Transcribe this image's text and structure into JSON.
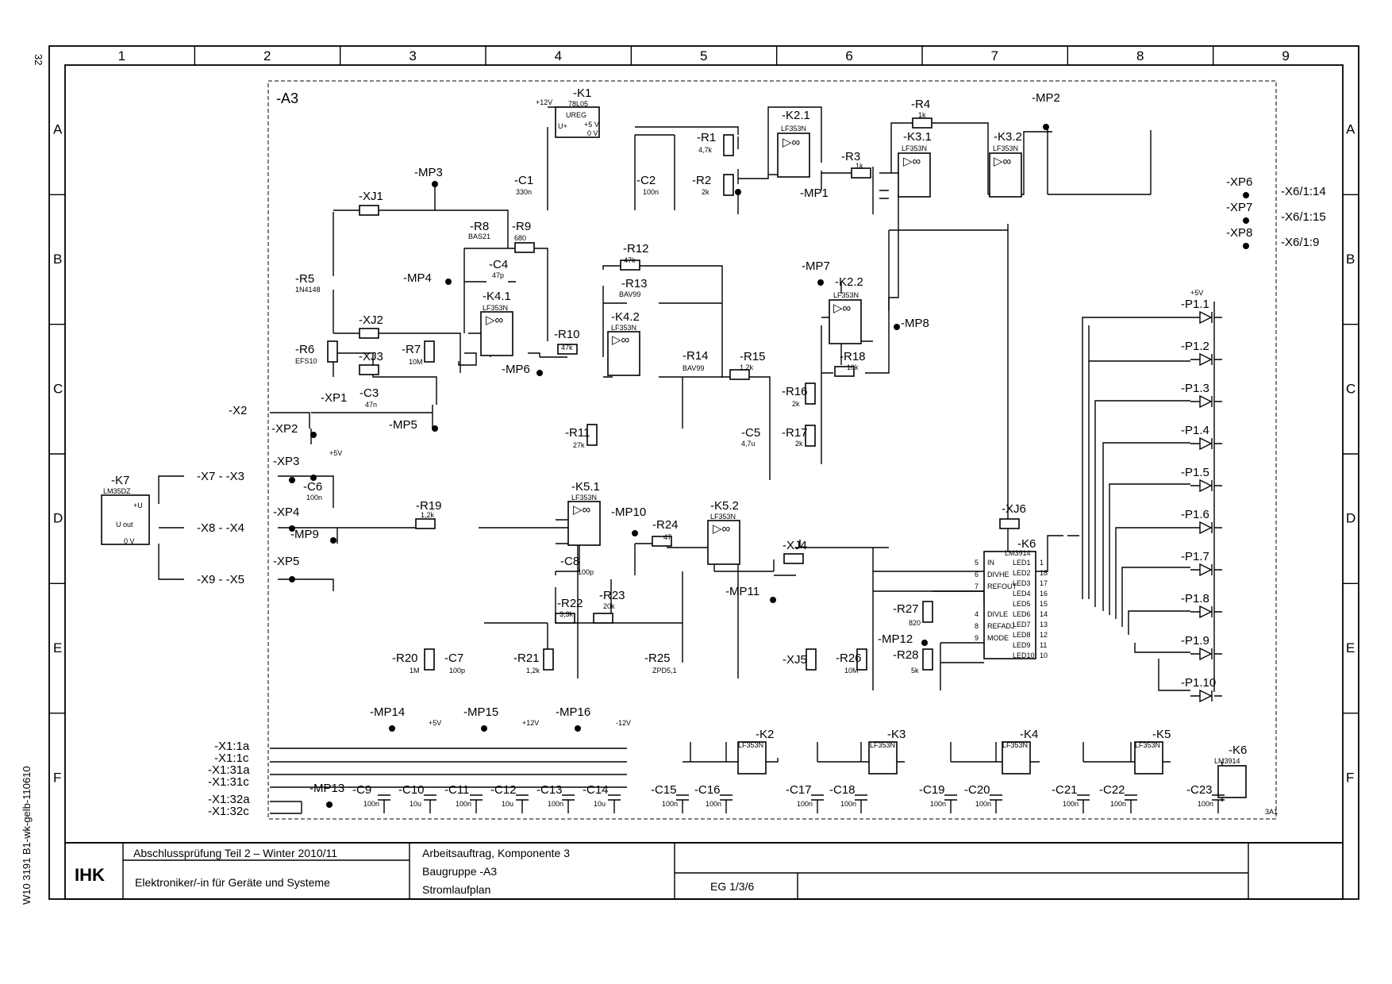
{
  "page_number": "32",
  "side_code": "W10 3191 B1-wk-gelb-110610",
  "grid": {
    "columns": [
      "1",
      "2",
      "3",
      "4",
      "5",
      "6",
      "7",
      "8",
      "9"
    ],
    "rows": [
      "A",
      "B",
      "C",
      "D",
      "E",
      "F"
    ]
  },
  "assembly_label": "-A3",
  "connectors_right": [
    "-X6/1:14",
    "-X6/1:15",
    "-X6/1:9"
  ],
  "test_points": [
    "-XP6",
    "-XP7",
    "-XP8",
    "-XP1",
    "-XP2",
    "-XP3",
    "-XP4",
    "-XP5"
  ],
  "left_terminals": {
    "x2": "-X2",
    "x3": "-X7 - -X3",
    "x4": "-X8 - -X4",
    "x5": "-X9 - -X5"
  },
  "sensor": {
    "ref": "-K7",
    "part": "LM35DZ",
    "pins": [
      "+U",
      "U out",
      "0 V"
    ]
  },
  "regulator": {
    "ref": "-K1",
    "part": "78L05",
    "lines": [
      "UREG",
      "U+",
      "+5 V",
      "0 V"
    ]
  },
  "opamps": [
    {
      "ref": "-K2.1",
      "part": "LF353N"
    },
    {
      "ref": "-K3.1",
      "part": "LF353N"
    },
    {
      "ref": "-K3.2",
      "part": "LF353N"
    },
    {
      "ref": "-K2.2",
      "part": "LF353N"
    },
    {
      "ref": "-K4.1",
      "part": "LF353N"
    },
    {
      "ref": "-K4.2",
      "part": "LF353N"
    },
    {
      "ref": "-K5.1",
      "part": "LF353N"
    },
    {
      "ref": "-K5.2",
      "part": "LF353N"
    }
  ],
  "opamp_symbol": "▷∞",
  "components": [
    {
      "ref": "-R1",
      "value": "4,7k"
    },
    {
      "ref": "-R2",
      "value": "2k"
    },
    {
      "ref": "-R3",
      "value": "1k"
    },
    {
      "ref": "-R4",
      "value": "1k"
    },
    {
      "ref": "-C1",
      "value": "330n"
    },
    {
      "ref": "-C2",
      "value": "100n"
    },
    {
      "ref": "-R5",
      "value": "1N4148"
    },
    {
      "ref": "-R6",
      "value": "EFS10"
    },
    {
      "ref": "-R7",
      "value": "10M"
    },
    {
      "ref": "-R8",
      "value": "BAS21"
    },
    {
      "ref": "-R9",
      "value": "680"
    },
    {
      "ref": "-C4",
      "value": "47p"
    },
    {
      "ref": "-C3",
      "value": "47n"
    },
    {
      "ref": "-R10",
      "value": "47k"
    },
    {
      "ref": "-R11",
      "value": "27k"
    },
    {
      "ref": "-R12",
      "value": "47k"
    },
    {
      "ref": "-R13",
      "value": "BAV99"
    },
    {
      "ref": "-R14",
      "value": "BAV99"
    },
    {
      "ref": "-R15",
      "value": "1,2k"
    },
    {
      "ref": "-R16",
      "value": "2k"
    },
    {
      "ref": "-R17",
      "value": "2k"
    },
    {
      "ref": "-C5",
      "value": "4,7u"
    },
    {
      "ref": "-R18",
      "value": "10k"
    },
    {
      "ref": "-C6",
      "value": "100n"
    },
    {
      "ref": "-R19",
      "value": "1,2k"
    },
    {
      "ref": "-R20",
      "value": "1M"
    },
    {
      "ref": "-C7",
      "value": "100p"
    },
    {
      "ref": "-C8",
      "value": "100p"
    },
    {
      "ref": "-R21",
      "value": "1,2k"
    },
    {
      "ref": "-R22",
      "value": "3,3k"
    },
    {
      "ref": "-R23",
      "value": "20k"
    },
    {
      "ref": "-R24",
      "value": "47"
    },
    {
      "ref": "-R25",
      "value": "ZPD5,1"
    },
    {
      "ref": "-R26",
      "value": "10M"
    },
    {
      "ref": "-R27",
      "value": "820"
    },
    {
      "ref": "-R28",
      "value": "5k"
    }
  ],
  "jumpers": [
    "-XJ1",
    "-XJ2",
    "-XJ3",
    "-XJ4",
    "-XJ5",
    "-XJ6"
  ],
  "measure_points": [
    "-MP1",
    "-MP2",
    "-MP3",
    "-MP4",
    "-MP5",
    "-MP6",
    "-MP7",
    "-MP8",
    "-MP9",
    "-MP10",
    "-MP11",
    "-MP12",
    "-MP13",
    "-MP14",
    "-MP15",
    "-MP16"
  ],
  "supply_labels": [
    "+12V",
    "-12V",
    "+5V"
  ],
  "led_driver": {
    "ref": "-K6",
    "part": "LM3914",
    "left_pins": [
      {
        "num": "5",
        "name": "IN"
      },
      {
        "num": "6",
        "name": "DIVHE"
      },
      {
        "num": "7",
        "name": "REFOUT"
      },
      {
        "num": "4",
        "name": "DIVLE"
      },
      {
        "num": "8",
        "name": "REFADJ"
      },
      {
        "num": "9",
        "name": "MODE"
      }
    ],
    "right_pins": [
      {
        "num": "1",
        "name": "LED1"
      },
      {
        "num": "18",
        "name": "LED2"
      },
      {
        "num": "17",
        "name": "LED3"
      },
      {
        "num": "16",
        "name": "LED4"
      },
      {
        "num": "15",
        "name": "LED5"
      },
      {
        "num": "14",
        "name": "LED6"
      },
      {
        "num": "13",
        "name": "LED7"
      },
      {
        "num": "12",
        "name": "LED8"
      },
      {
        "num": "11",
        "name": "LED9"
      },
      {
        "num": "10",
        "name": "LED10"
      }
    ]
  },
  "leds": [
    "-P1.1",
    "-P1.2",
    "-P1.3",
    "-P1.4",
    "-P1.5",
    "-P1.6",
    "-P1.7",
    "-P1.8",
    "-P1.9",
    "-P1.10"
  ],
  "power_connectors": [
    "-X1:1a",
    "-X1:1c",
    "-X1:31a",
    "-X1:31c",
    "-X1:32a",
    "-X1:32c"
  ],
  "bypass_caps": [
    {
      "ref": "-C9",
      "value": "100n"
    },
    {
      "ref": "-C10",
      "value": "10u"
    },
    {
      "ref": "-C11",
      "value": "100n"
    },
    {
      "ref": "-C12",
      "value": "10u"
    },
    {
      "ref": "-C13",
      "value": "100n"
    },
    {
      "ref": "-C14",
      "value": "10u"
    },
    {
      "ref": "-C15",
      "value": "100n"
    },
    {
      "ref": "-C16",
      "value": "100n"
    },
    {
      "ref": "-C17",
      "value": "100n"
    },
    {
      "ref": "-C18",
      "value": "100n"
    },
    {
      "ref": "-C19",
      "value": "100n"
    },
    {
      "ref": "-C20",
      "value": "100n"
    },
    {
      "ref": "-C21",
      "value": "100n"
    },
    {
      "ref": "-C22",
      "value": "100n"
    },
    {
      "ref": "-C23",
      "value": "100n"
    }
  ],
  "supply_blocks": [
    {
      "ref": "-K2",
      "part": "LF353N"
    },
    {
      "ref": "-K3",
      "part": "LF353N"
    },
    {
      "ref": "-K4",
      "part": "LF353N"
    },
    {
      "ref": "-K5",
      "part": "LF353N"
    },
    {
      "ref": "-K6",
      "part": "LM3914"
    }
  ],
  "corner_mark": "3A1",
  "title_block": {
    "logo": "IHK",
    "exam": "Abschlussprüfung Teil 2 – Winter 2010/11",
    "profession": "Elektroniker/-in für Geräte und Systeme",
    "task": "Arbeitsauftrag, Komponente 3",
    "assembly": "Baugruppe -A3",
    "doc_type": "Stromlaufplan",
    "sheet": "EG 1/3/6"
  }
}
